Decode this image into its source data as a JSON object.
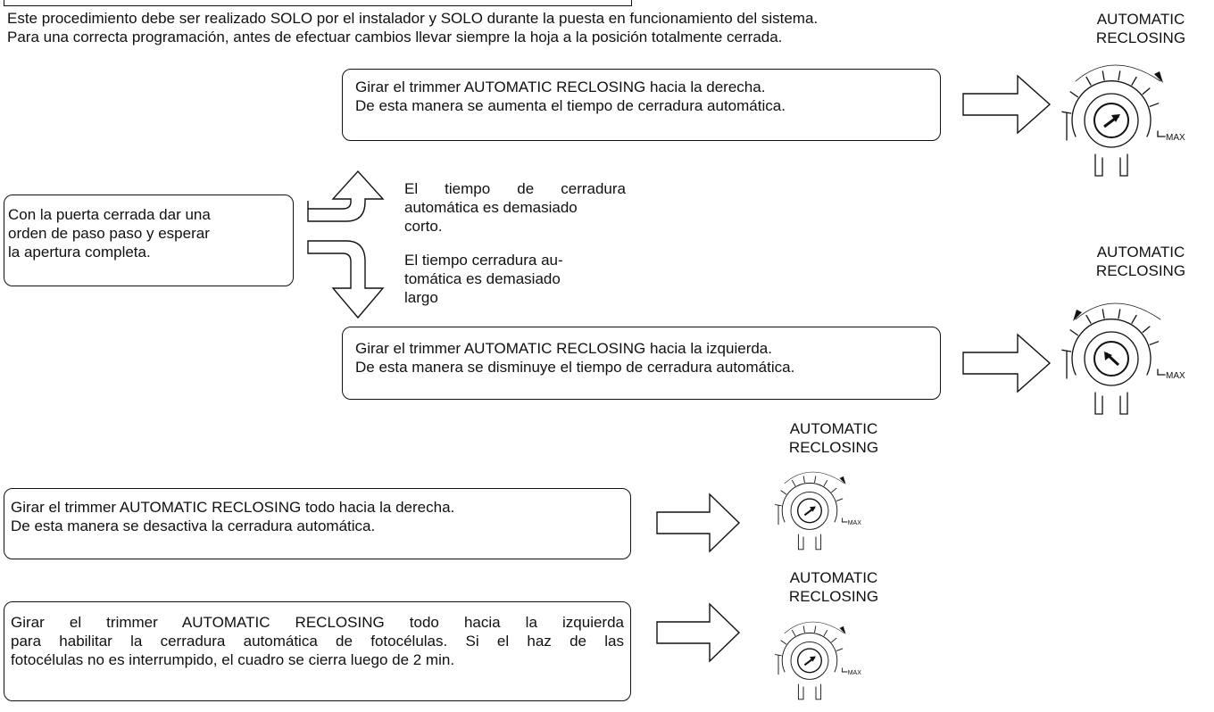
{
  "intro": {
    "line1": "Este procedimiento debe ser realizado SOLO por el instalador y SOLO durante la puesta en funcionamiento del sistema.",
    "line2": "Para una correcta programación, antes de efectuar cambios llevar siempre la hoja a la posición totalmente cerrada."
  },
  "start_box": {
    "line1": "Con la puerta cerrada dar una",
    "line2": "orden de paso paso y esperar",
    "line3": "la apertura completa."
  },
  "branch_short": {
    "line1": "El tiempo de cerradura",
    "line2": "automática es demasiado",
    "line3": "corto."
  },
  "branch_long": {
    "line1": "El tiempo cerradura au-",
    "line2": "tomática es demasiado",
    "line3": "largo"
  },
  "box_increase": {
    "line1": "Girar el trimmer AUTOMATIC RECLOSING hacia la derecha.",
    "line2": "De esta manera se aumenta el tiempo de cerradura automática."
  },
  "box_decrease": {
    "line1": "Girar el trimmer AUTOMATIC RECLOSING hacia la izquierda.",
    "line2": "De esta manera se disminuye el tiempo de cerradura automática."
  },
  "box_disable": {
    "line1": "Girar el trimmer AUTOMATIC RECLOSING todo hacia la derecha.",
    "line2": "De esta manera se desactiva la cerradura automática."
  },
  "box_photocell": {
    "line1": "Girar el trimmer AUTOMATIC RECLOSING todo hacia la izquierda",
    "line2": "para habilitar la cerradura automática de fotocélulas. Si el haz de las",
    "line3": "fotocélulas no es interrumpido, el cuadro se cierra luego de 2 min."
  },
  "trimmer": {
    "label1": "AUTOMATIC",
    "label2": "RECLOSING",
    "max_label": "MAX"
  },
  "icons": {
    "flow_arrow": "outline-right-arrow-icon",
    "branch_up": "curved-up-arrow-icon",
    "branch_down": "curved-down-arrow-icon",
    "trimmer": "trimmer-dial-icon"
  }
}
